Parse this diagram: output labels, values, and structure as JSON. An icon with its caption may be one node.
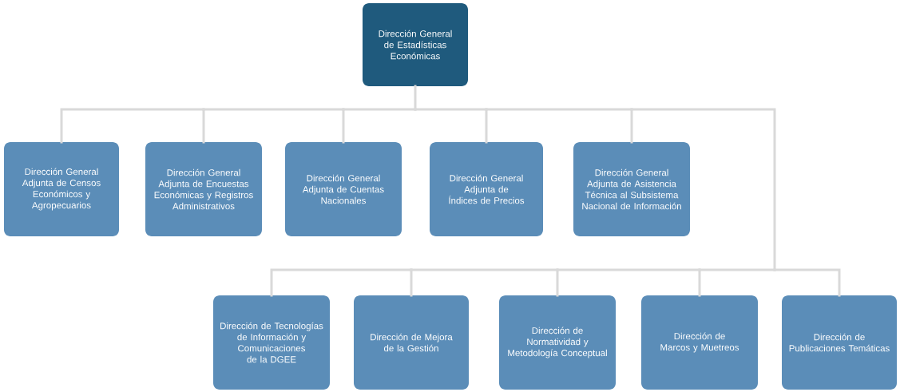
{
  "diagram": {
    "nodes": [
      {
        "text": [
          "Dirección General de Estadísticas Económicas"
        ]
      },
      {
        "text": [
          "Dirección General Adjunta de Censos Económicos y Agropecuarios"
        ]
      },
      {
        "text": [
          "Dirección General Adjunta de Encuestas Económicas y Registros Administrativos"
        ]
      },
      {
        "text": [
          "Dirección General Adjunta de Cuentas Nacionales"
        ]
      },
      {
        "text": [
          "Dirección General Adjunta de Índices de Precios"
        ]
      },
      {
        "text": [
          "Dirección General Adjunta de Asistencia Técnica al Subsistema Nacional de Información"
        ]
      },
      {
        "text": [
          "Dirección de Tecnologías de Información y Comunicaciones de la DGEE"
        ]
      },
      {
        "text": [
          "Dirección de Mejora de la Gestión"
        ]
      },
      {
        "text": [
          "Dirección de Normatividad y Metodología Conceptual"
        ]
      },
      {
        "text": [
          "Dirección de Marcos y Muetreos"
        ]
      },
      {
        "text": [
          "Dirección de Publicaciones Temáticas"
        ]
      }
    ],
    "edges": [
      {
        "from": 0,
        "to": 1,
        "arrow": "none"
      },
      {
        "from": 0,
        "to": 2,
        "arrow": "none"
      },
      {
        "from": 0,
        "to": 3,
        "arrow": "none"
      },
      {
        "from": 0,
        "to": 4,
        "arrow": "none"
      },
      {
        "from": 0,
        "to": 5,
        "arrow": "none"
      },
      {
        "from": 0,
        "to": 6,
        "arrow": "none"
      },
      {
        "from": 0,
        "to": 7,
        "arrow": "none"
      },
      {
        "from": 0,
        "to": 8,
        "arrow": "none"
      },
      {
        "from": 0,
        "to": 9,
        "arrow": "none"
      },
      {
        "from": 0,
        "to": 10,
        "arrow": "none"
      }
    ]
  }
}
